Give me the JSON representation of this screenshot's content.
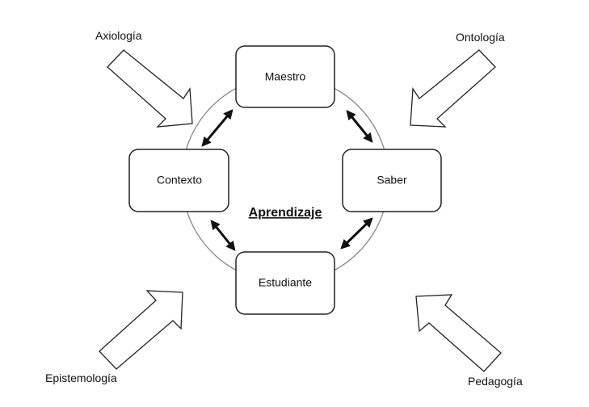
{
  "center_label": "Aprendizaje",
  "nodes": {
    "top": "Maestro",
    "left": "Contexto",
    "right": "Saber",
    "bottom": "Estudiante"
  },
  "influences": {
    "top_left": "Axiología",
    "top_right": "Ontología",
    "bottom_left": "Epistemología",
    "bottom_right": "Pedagogía"
  }
}
